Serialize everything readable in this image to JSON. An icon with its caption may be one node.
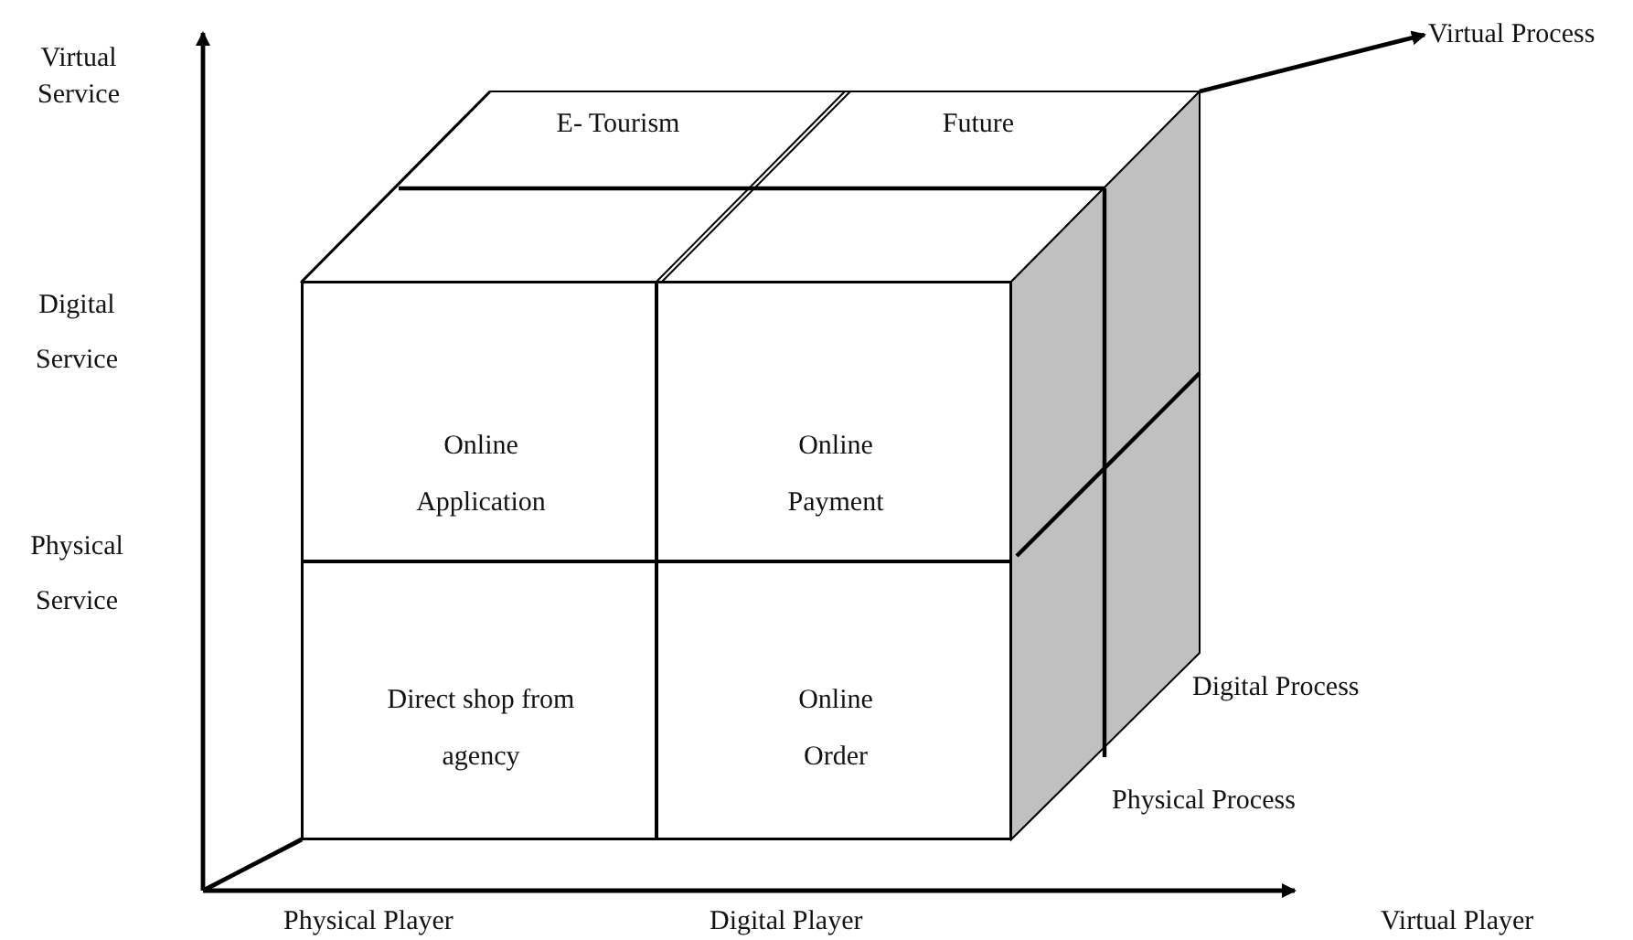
{
  "diagram": {
    "nodes": [
      {
        "text": [
          "E- Tourism"
        ]
      },
      {
        "text": [
          "Future"
        ]
      },
      {
        "text": [
          "Online Application"
        ]
      },
      {
        "text": [
          "Online Payment"
        ]
      },
      {
        "text": [
          "Direct shop from agency"
        ]
      },
      {
        "text": [
          "Online Order"
        ]
      }
    ],
    "labels": [
      "Virtual Service",
      "Virtual Process",
      "Digital Service",
      "Physical Service",
      "Digital Process",
      "Physical Process",
      "Physical Player",
      "Digital Player",
      "Virtual Player"
    ]
  }
}
